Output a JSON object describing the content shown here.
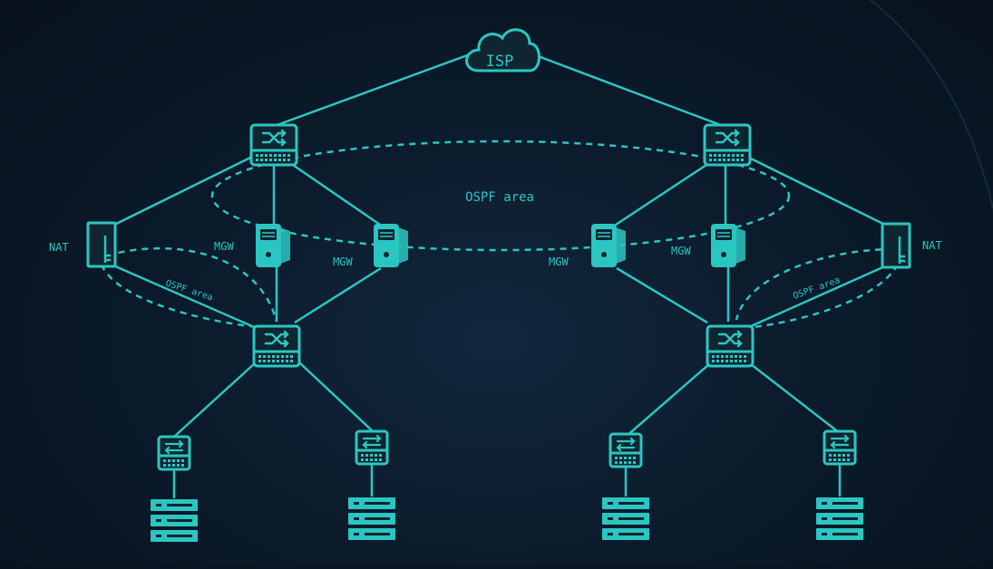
{
  "colors": {
    "accent": "#2bc6c2",
    "device_fill": "#0f2530",
    "background": "#0b1b2b"
  },
  "labels": {
    "isp": "ISP",
    "ospf_main": "OSPF area",
    "ospf_left": "OSPF area",
    "ospf_right": "OSPF area",
    "nat_left": "NAT",
    "nat_right": "NAT",
    "mgw_1": "MGW",
    "mgw_2": "MGW",
    "mgw_3": "MGW",
    "mgw_4": "MGW"
  },
  "icons": {
    "cloud": "cloud-icon",
    "core_switch": "core-switch-icon",
    "access_switch": "access-switch-icon",
    "gateway": "media-gateway-icon",
    "firewall": "nat-firewall-icon",
    "server": "server-rack-icon"
  }
}
